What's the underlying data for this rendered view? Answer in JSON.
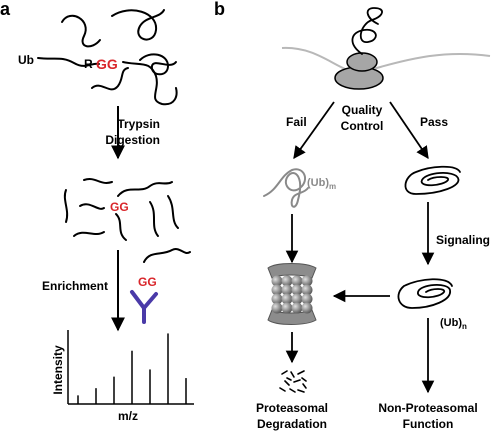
{
  "panels": [
    {
      "label": "a"
    },
    {
      "label": "b"
    }
  ],
  "panel_a": {
    "ub_label": "Ub",
    "r_label": "R",
    "gg_label": "GG",
    "step1": [
      "Trypsin",
      "Digestion"
    ],
    "gg_peptide_label": "GG",
    "step2": "Enrichment",
    "gg_enriched_label": "GG",
    "ylabel": "Intensity",
    "xlabel": "m/z",
    "spectrum_peaks": [
      0.12,
      0.22,
      0.38,
      0.74,
      0.48,
      0.98,
      0.36
    ]
  },
  "panel_b": {
    "qc_label": [
      "Quality",
      "Control"
    ],
    "fail_label": "Fail",
    "pass_label": "Pass",
    "ub_m_base": "(Ub)",
    "ub_m_sub": "m",
    "signaling_label": "Signaling",
    "ub_n_base": "(Ub)",
    "ub_n_sub": "n",
    "outcome_left": [
      "Proteasomal",
      "Degradation"
    ],
    "outcome_right": [
      "Non-Proteasomal",
      "Function"
    ]
  },
  "colors": {
    "ink": "#000000",
    "gg_red": "#d9262b",
    "antibody_purple": "#4a3aa8",
    "gray_fail": "#8a8a8a",
    "membrane": "#b8b8b8",
    "ribosome": "#a6a6a6",
    "proteasome": "#8c8c8c"
  }
}
